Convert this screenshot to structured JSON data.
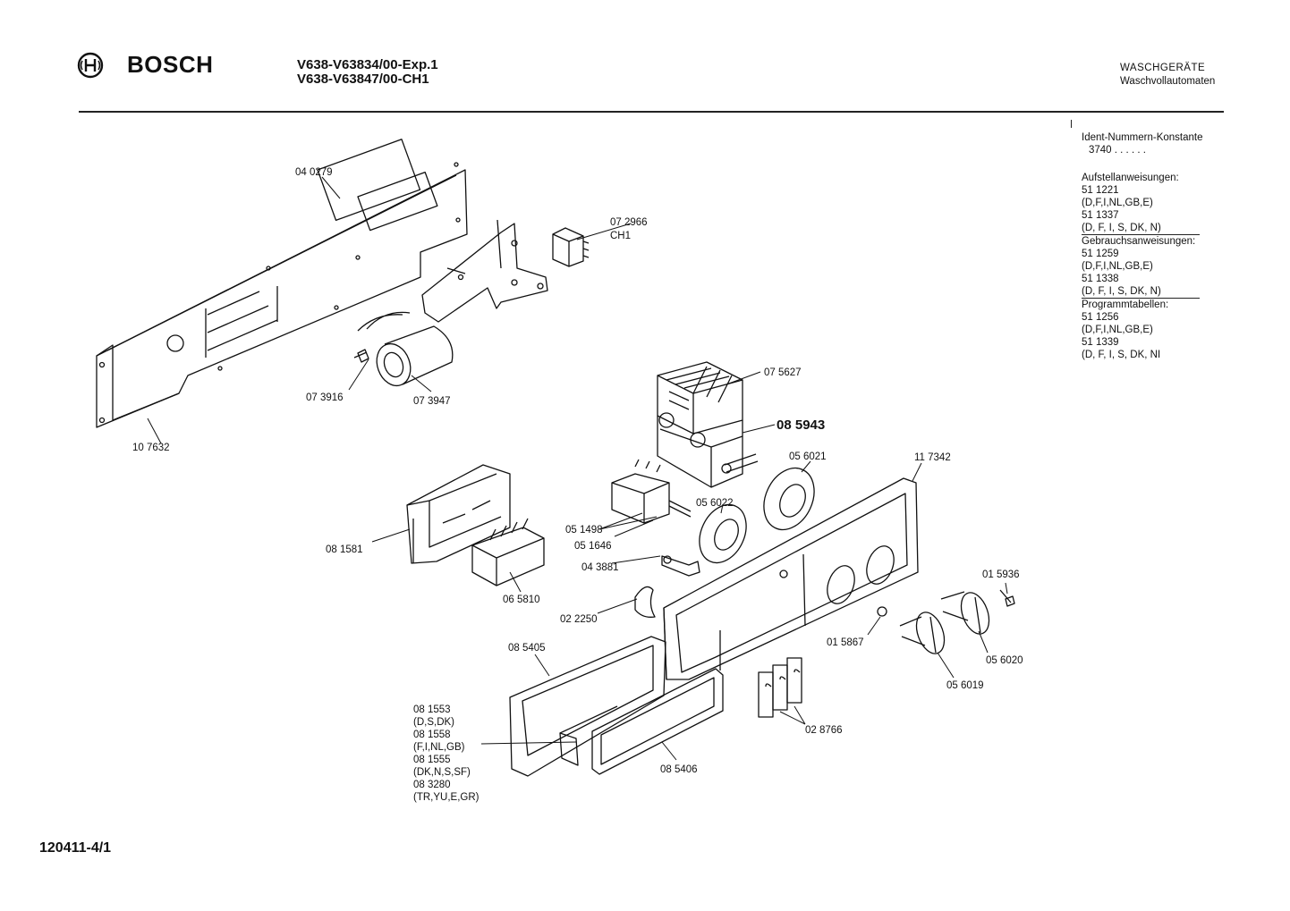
{
  "header": {
    "brand": "BOSCH",
    "model_line_1": "V638-V63834/00-Exp.1",
    "model_line_2": "V638-V63847/00-CH1",
    "category_line_1": "WASCHGERÄTE",
    "category_line_2": "Waschvollautomaten"
  },
  "side_panel": {
    "ident_title": "Ident-Nummern-Konstante",
    "ident_value": "3740  . .   . . . .",
    "setup_title": "Aufstellanweisungen:",
    "setup_1_no": "51 1221",
    "setup_1_lang": "(D,F,I,NL,GB,E)",
    "setup_2_no": "51 1337",
    "setup_2_lang": "(D, F, I, S, DK, N)",
    "usage_title": "Gebrauchsanweisungen:",
    "usage_1_no": "51 1259",
    "usage_1_lang": "(D,F,I,NL,GB,E)",
    "usage_2_no": "51 1338",
    "usage_2_lang": "(D, F, I, S, DK, N)",
    "program_title": "Programmtabellen:",
    "program_1_no": "51 1256",
    "program_1_lang": "(D,F,I,NL,GB,E)",
    "program_2_no": "51 1339",
    "program_2_lang": "(D, F, I, S, DK, NI"
  },
  "parts": {
    "p040279": "04 0279",
    "p072966": "07 2966",
    "p072966_sub": "CH1",
    "p073916": "07 3916",
    "p073947": "07 3947",
    "p107632": "10 7632",
    "p075627": "07 5627",
    "p085943": "08 5943",
    "p056021": "05 6021",
    "p117342": "11 7342",
    "p081581": "08 1581",
    "p051498": "05 1498",
    "p051646": "05 1646",
    "p056022": "05 6022",
    "p043881": "04 3881",
    "p015936": "01 5936",
    "p065810": "06 5810",
    "p022250": "02 2250",
    "p015867": "01 5867",
    "p056020": "05 6020",
    "p085405": "08 5405",
    "p056019": "05 6019",
    "p028766": "02 8766",
    "p085406": "08 5406",
    "variants": [
      "08 1553",
      "(D,S,DK)",
      "08 1558",
      "(F,I,NL,GB)",
      "08 1555",
      "(DK,N,S,SF)",
      "08 3280",
      "(TR,YU,E,GR)"
    ]
  },
  "footer": {
    "drawing_no": "120411-4/1"
  }
}
